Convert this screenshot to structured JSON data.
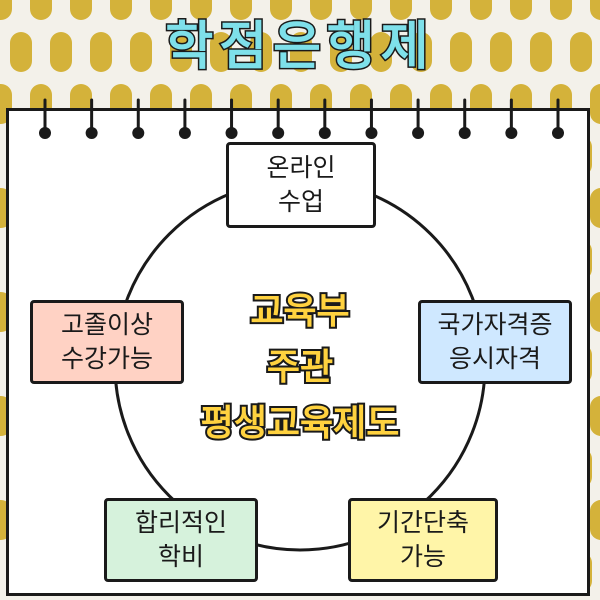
{
  "title": "학점은행제",
  "center": {
    "line1": "교육부",
    "line2": "주관",
    "line3": "평생교육제도"
  },
  "nodes": [
    {
      "id": "online",
      "lines": [
        "온라인",
        "수업"
      ],
      "color": "#ffffff"
    },
    {
      "id": "certificate",
      "lines": [
        "국가자격증",
        "응시자격"
      ],
      "color": "#cfe8ff"
    },
    {
      "id": "period",
      "lines": [
        "기간단축",
        "가능"
      ],
      "color": "#fff5a8"
    },
    {
      "id": "tuition",
      "lines": [
        "합리적인",
        "학비"
      ],
      "color": "#d6f2dc"
    },
    {
      "id": "highschool",
      "lines": [
        "고졸이상",
        "수강가능"
      ],
      "color": "#ffd2c4"
    }
  ],
  "colors": {
    "background_pattern": "#d4b23a",
    "title_fill": "#7ee0ea",
    "center_text": "#ffd23f"
  }
}
